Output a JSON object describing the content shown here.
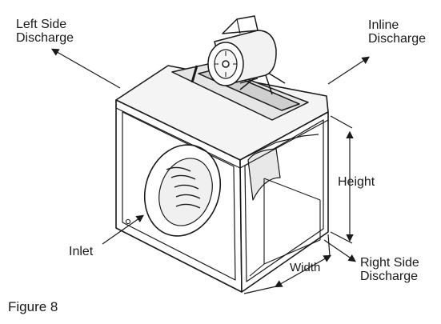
{
  "labels": {
    "left_side_discharge": [
      "Left Side",
      "Discharge"
    ],
    "inline_discharge": [
      "Inline",
      "Discharge"
    ],
    "height": "Height",
    "inlet": "Inlet",
    "width": "Width",
    "right_side_discharge": [
      "Right Side",
      "Discharge"
    ],
    "figure": "Figure 8"
  },
  "icons": [
    "fan-housing-illustration",
    "motor-icon",
    "arrow-icon"
  ],
  "colors": {
    "line": "#1a1a1a",
    "fill": "#ffffff",
    "shade": "#d8d8d8"
  }
}
